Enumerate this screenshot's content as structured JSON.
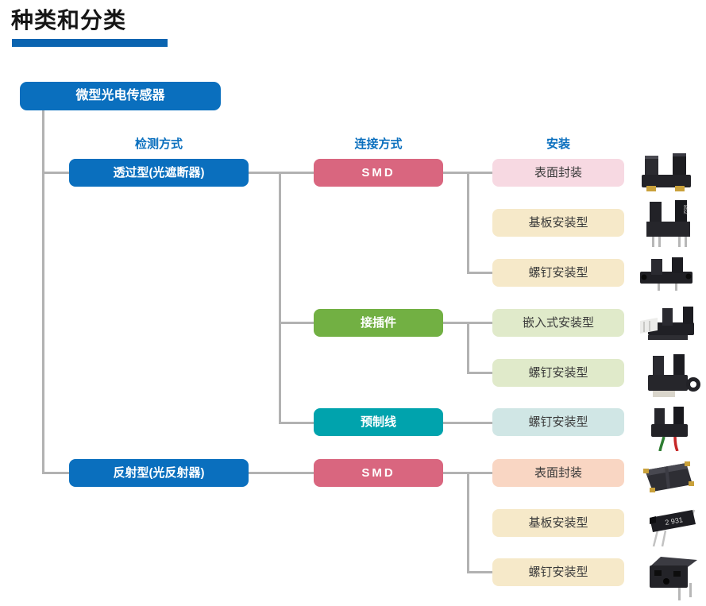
{
  "title": "种类和分类",
  "colors": {
    "title_bar_blue": "#0a64b0",
    "node_blue": "#0a6fbe",
    "pink": "#d9667f",
    "green": "#72b043",
    "teal": "#00a3ad",
    "light_pink": "#f7d9e2",
    "cream": "#f6e9c9",
    "light_green": "#e0eaca",
    "light_teal": "#d0e6e5",
    "light_salmon": "#f9d6c3",
    "connector_gray": "#b2b2b2"
  },
  "tree": {
    "root": {
      "label": "微型光电传感器"
    },
    "column_headers": [
      {
        "label": "检测方式"
      },
      {
        "label": "连接方式"
      },
      {
        "label": "安装"
      }
    ],
    "detection_nodes": [
      {
        "label": "透过型(光遮断器)"
      },
      {
        "label": "反射型(光反射器)"
      }
    ],
    "connection_nodes": [
      {
        "label": "SMD"
      },
      {
        "label": "接插件"
      },
      {
        "label": "预制线"
      },
      {
        "label": "SMD"
      }
    ],
    "mounting_nodes": [
      {
        "label": "表面封装"
      },
      {
        "label": "基板安装型"
      },
      {
        "label": "螺钉安装型"
      },
      {
        "label": "嵌入式安装型"
      },
      {
        "label": "螺钉安装型"
      },
      {
        "label": "螺钉安装型"
      },
      {
        "label": "表面封装"
      },
      {
        "label": "基板安装型"
      },
      {
        "label": "螺钉安装型"
      }
    ],
    "product_photos": [
      {
        "icon": "smd-slot-sensor-photo"
      },
      {
        "icon": "pcb-mount-slot-sensor-photo",
        "marking": "852"
      },
      {
        "icon": "screw-mount-slot-sensor-photo"
      },
      {
        "icon": "connector-slot-sensor-photo"
      },
      {
        "icon": "screw-mount-ear-slot-sensor-photo"
      },
      {
        "icon": "pre-wired-slot-sensor-photo"
      },
      {
        "icon": "smd-reflective-sensor-photo"
      },
      {
        "icon": "pcb-mount-reflective-sensor-photo",
        "marking": "2 931"
      },
      {
        "icon": "screw-mount-reflective-sensor-photo"
      }
    ]
  }
}
